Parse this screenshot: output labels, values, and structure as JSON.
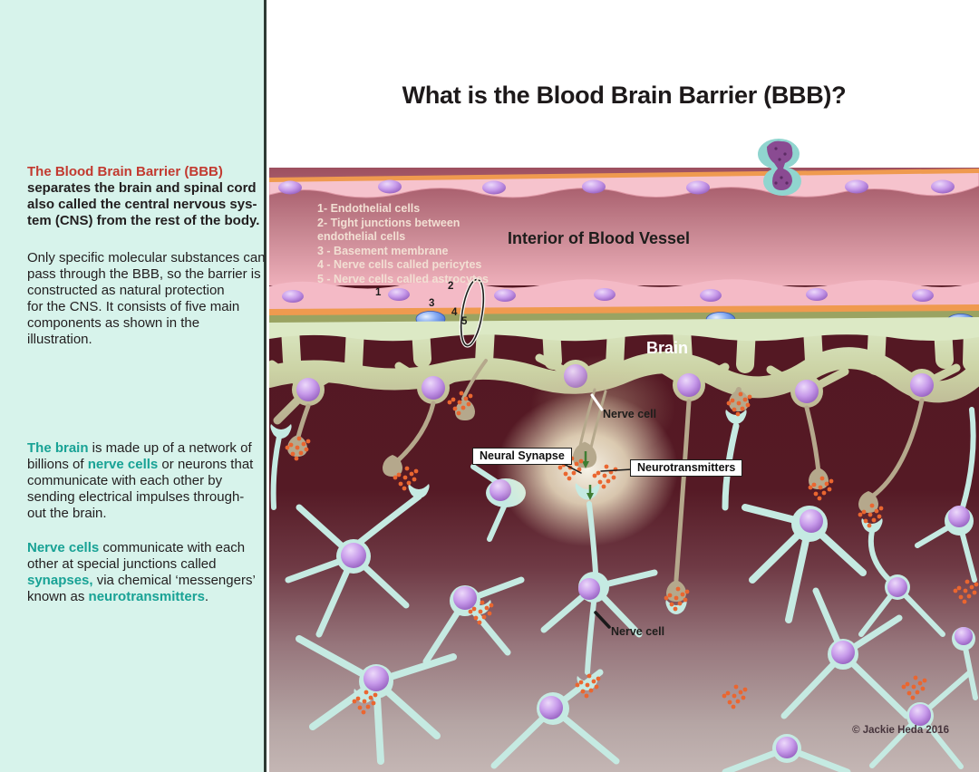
{
  "title": "What is the Blood Brain Barrier (BBB)?",
  "sidebar": {
    "p1": {
      "highlight": "The Blood Brain Barrier (BBB)",
      "lines": [
        "separates the brain and spinal cord",
        "also called the central nervous sys-",
        "tem (CNS) from the rest of the body."
      ]
    },
    "p2": {
      "lines": [
        "Only specific molecular substances can",
        "pass through the BBB, so the barrier is",
        "constructed as natural protection",
        "for the CNS. It consists of five main",
        "components as shown in the",
        "illustration."
      ]
    },
    "p3": {
      "l1a": "The brain",
      "l1b": " is made up of a network of",
      "l2a": "billions of ",
      "l2b": "nerve cells",
      "l2c": " or neurons that",
      "l3": "communicate with each other by",
      "l4": "sending electrical impulses through-",
      "l5": "out the brain."
    },
    "p4": {
      "l1a": "Nerve cells",
      "l1b": " communicate with each",
      "l2": "other at special junctions called",
      "l3a": "synapses,",
      "l3b": " via chemical ‘messengers’",
      "l4a": "known as ",
      "l4b": "neurotransmitters",
      "l4c": "."
    }
  },
  "illustration": {
    "legend_lines": [
      "1- Endothelial cells",
      "2- Tight junctions between",
      "endothelial cells",
      "3 - Basement membrane",
      "4 - Nerve cells called pericytes",
      "5 - Nerve cells called astrocytes"
    ],
    "labels": {
      "interior": "Interior of Blood Vessel",
      "brain": "Brain",
      "nerve_cell": "Nerve cell",
      "neural_synapse": "Neural Synapse",
      "neurotransmitters": "Neurotransmitters"
    },
    "markers": [
      "1",
      "2",
      "3",
      "4",
      "5"
    ],
    "credit": "© Jackie Heda 2016",
    "colors": {
      "accent_red": "#c23a30",
      "accent_teal": "#18a295",
      "sidebar_bg": "#d7f3eb",
      "membrane_orange": "#ef9a4f",
      "vessel_pink": "#f5c2cc",
      "brain_maroon": "#541722",
      "astrocyte_cream": "#dce9c5",
      "neuron_taupe": "#b5a88c",
      "neuron_teal": "#c5eae2",
      "nucleus_purple": "#a06cc8",
      "pericyte_blue": "#5c85e8",
      "neurotransmitter_orange": "#ea6630"
    }
  }
}
